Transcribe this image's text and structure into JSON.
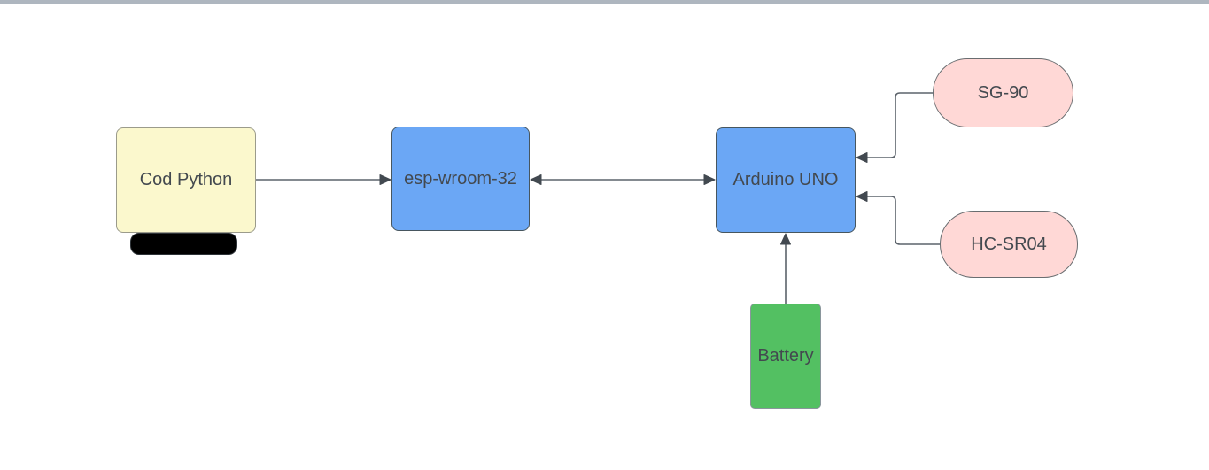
{
  "diagram": {
    "type": "flow-diagram",
    "background_color": "#ffffff",
    "top_border_color": "#aeb6bf",
    "edge_color": "#5c636b",
    "text_color": "#43494f",
    "nodes": [
      {
        "id": "cod-python",
        "label": "Cod Python",
        "shape": "rounded-rect-with-black-base",
        "fill": "#fbf8cd",
        "border": "#9b9b8b"
      },
      {
        "id": "esp-wroom-32",
        "label": "esp-wroom-32",
        "shape": "rounded-rect",
        "fill": "#6ba7f5",
        "border": "#47565f"
      },
      {
        "id": "arduino-uno",
        "label": "Arduino UNO",
        "shape": "rounded-rect",
        "fill": "#6ba7f5",
        "border": "#47565f"
      },
      {
        "id": "sg-90",
        "label": "SG-90",
        "shape": "pill",
        "fill": "#ffd8d6",
        "border": "#696d70"
      },
      {
        "id": "hc-sr04",
        "label": "HC-SR04",
        "shape": "pill",
        "fill": "#ffd8d6",
        "border": "#696d70"
      },
      {
        "id": "battery",
        "label": "Battery",
        "shape": "rect",
        "fill": "#53c062",
        "border": "#8a969c"
      }
    ],
    "edges": [
      {
        "from": "cod-python",
        "to": "esp-wroom-32",
        "direction": "one-way",
        "style": "straight"
      },
      {
        "from": "esp-wroom-32",
        "to": "arduino-uno",
        "direction": "two-way",
        "style": "straight"
      },
      {
        "from": "sg-90",
        "to": "arduino-uno",
        "direction": "one-way",
        "style": "elbow"
      },
      {
        "from": "hc-sr04",
        "to": "arduino-uno",
        "direction": "one-way",
        "style": "elbow"
      },
      {
        "from": "battery",
        "to": "arduino-uno",
        "direction": "one-way",
        "style": "straight"
      }
    ]
  }
}
